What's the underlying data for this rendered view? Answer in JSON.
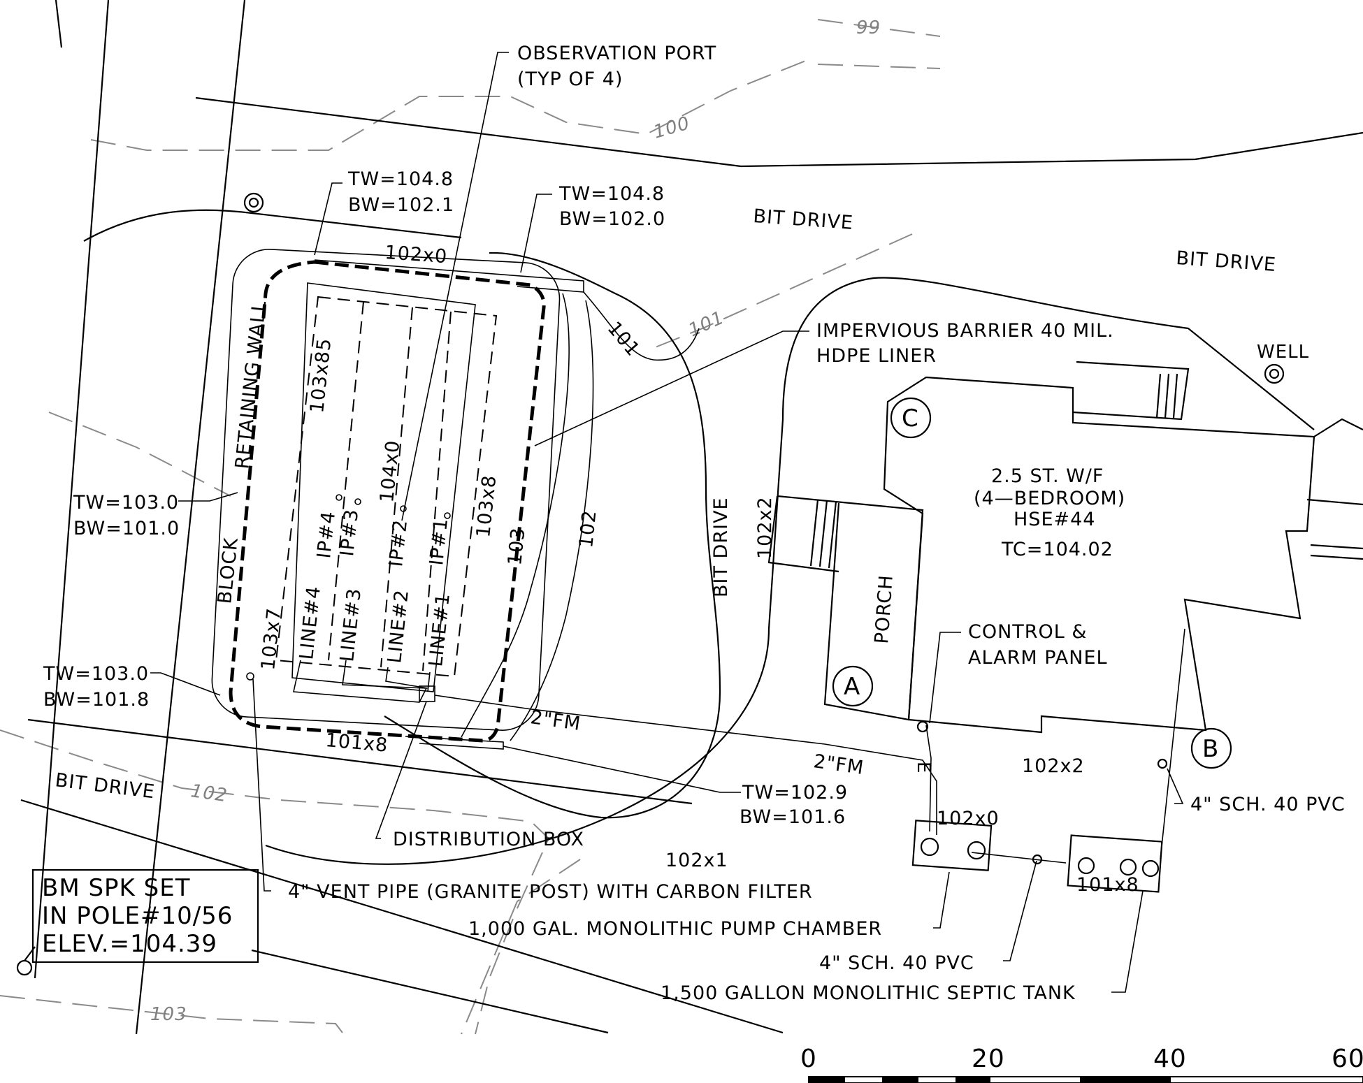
{
  "labels": {
    "observation_port": [
      "OBSERVATION PORT",
      "(TYP OF 4)"
    ],
    "tw_top_left": [
      "TW=104.8",
      "BW=102.1"
    ],
    "tw_top_right": [
      "TW=104.8",
      "BW=102.0"
    ],
    "bit_drive": "BIT  DRIVE",
    "bit_drive_vertical": "BIT  DRIVE",
    "impervious_barrier": [
      "IMPERVIOUS BARRIER 40 MIL.",
      "HDPE LINER"
    ],
    "well": "WELL",
    "retaining_wall": "RETAINING WALL",
    "block": "BLOCK",
    "tw_left_mid": [
      "TW=103.0",
      "BW=101.0"
    ],
    "tw_left_low": [
      "TW=103.0",
      "BW=101.8"
    ],
    "house": [
      "2.5 ST. W/F",
      "(4—BEDROOM)",
      "HSE#44",
      "TC=104.02"
    ],
    "porch": "PORCH",
    "control_panel": [
      "CONTROL &",
      "ALARM PANEL"
    ],
    "fm_upper": "2\"FM",
    "fm_lower": "2\"FM",
    "tw_bottom": [
      "TW=102.9",
      "BW=101.6"
    ],
    "distribution_box": "DISTRIBUTION BOX",
    "vent_pipe": "4\" VENT PIPE (GRANITE POST) WITH CARBON FILTER",
    "pump_chamber": "1,000 GAL. MONOLITHIC PUMP CHAMBER",
    "pvc_lower": "4\" SCH. 40 PVC",
    "pvc_right": "4\" SCH. 40 PVC",
    "septic_tank": "1,500 GALLON MONOLITHIC SEPTIC TANK",
    "benchmark": [
      "BM SPK SET",
      "IN POLE#10/56",
      "ELEV.=104.39"
    ],
    "electric": "E",
    "corner_a": "A",
    "corner_b": "B",
    "corner_c": "C"
  },
  "lines": [
    "LINE#4",
    "LINE#3",
    "LINE#2",
    "LINE#1"
  ],
  "ports": [
    "IP#4",
    "IP#3",
    "IP#2",
    "IP#1"
  ],
  "spot_elevations": {
    "e_102x0_top": "102x0",
    "e_103x85": "103x85",
    "e_104x0": "104x0",
    "e_103x8": "103x8",
    "e_103x7": "103x7",
    "e_101x8_bed": "101x8",
    "e_102x2_drive": "102x2",
    "e_102x2_yard": "102x2",
    "e_102x0_pump": "102x0",
    "e_102x1": "102x1",
    "e_101x8_tank": "101x8"
  },
  "contours": {
    "c99": "99",
    "c100": "100",
    "c101a": "101",
    "c101b": "101",
    "c102": "102",
    "c102b": "102",
    "c103": "103",
    "c103b": "103"
  },
  "scale_bar": {
    "ticks": [
      "0",
      "20",
      "40",
      "60"
    ]
  }
}
